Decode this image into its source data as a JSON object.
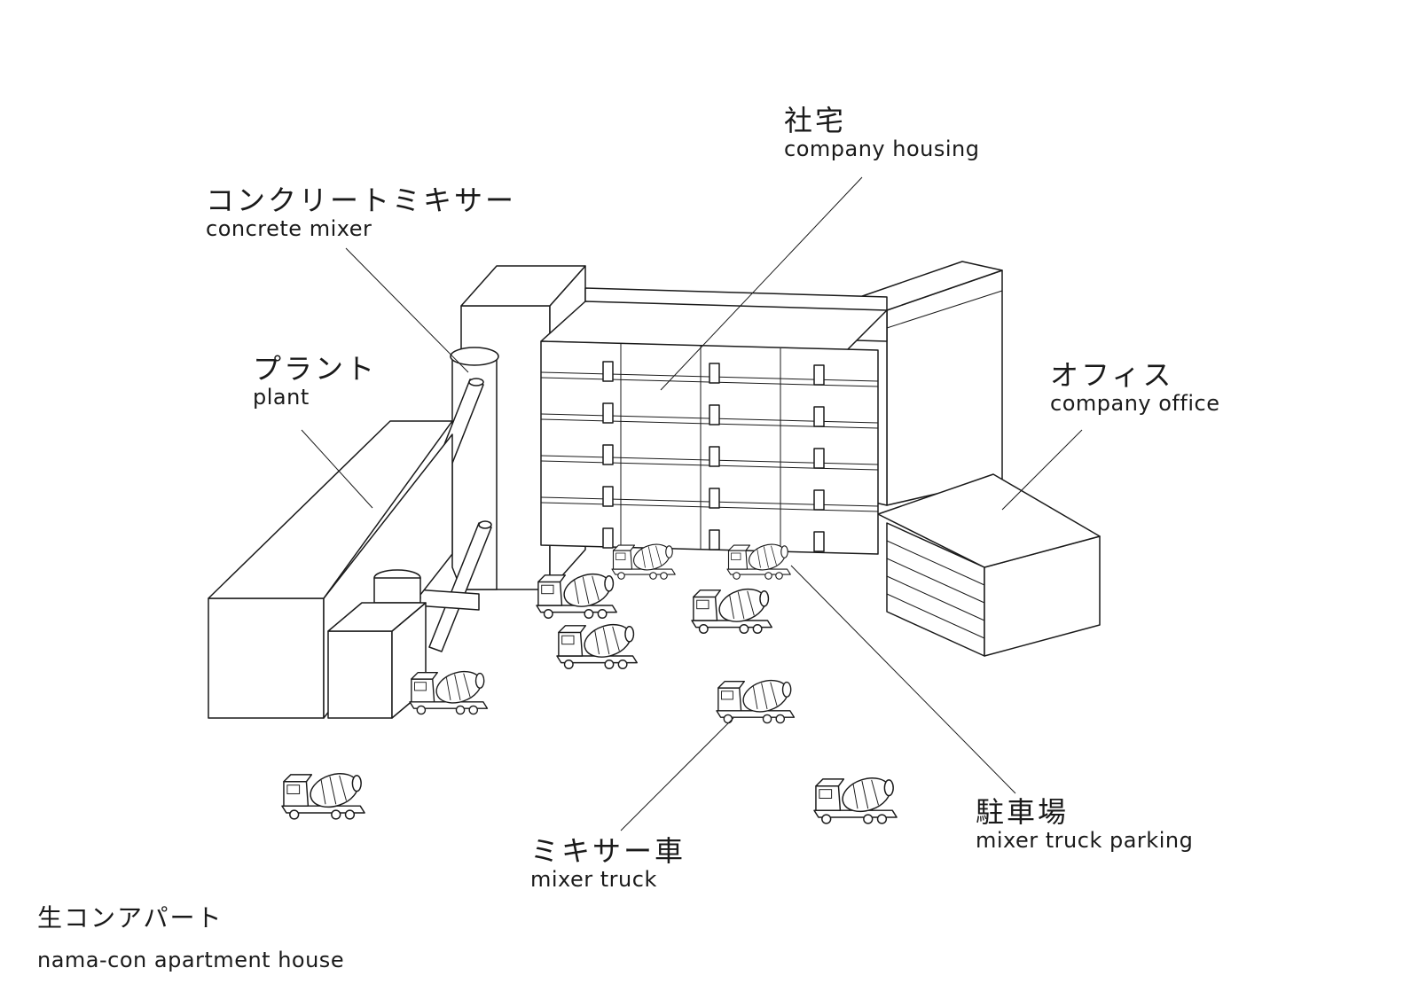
{
  "title": {
    "jp": "生コンアパート",
    "en": "nama-con apartment house"
  },
  "labels": {
    "company_housing": {
      "jp": "社宅",
      "en": "company housing"
    },
    "concrete_mixer": {
      "jp": "コンクリートミキサー",
      "en": "concrete mixer"
    },
    "plant": {
      "jp": "プラント",
      "en": "plant"
    },
    "company_office": {
      "jp": "オフィス",
      "en": "company office"
    },
    "parking": {
      "jp": "駐車場",
      "en": "mixer truck parking"
    },
    "mixer_truck": {
      "jp": "ミキサー車",
      "en": "mixer truck"
    }
  },
  "colors": {
    "line": "#1a1a1a",
    "fill": "#ffffff"
  }
}
